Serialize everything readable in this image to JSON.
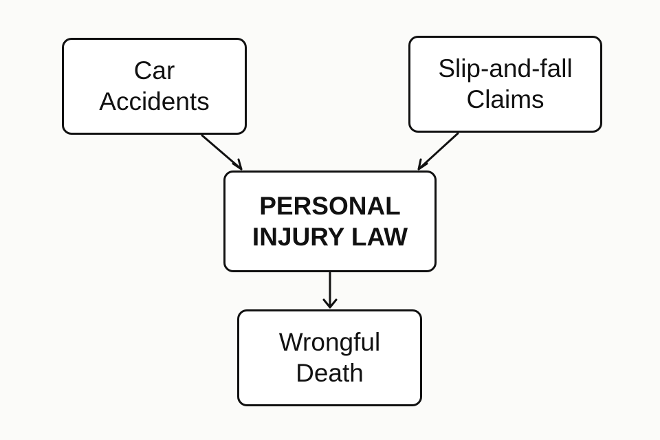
{
  "diagram": {
    "nodes": {
      "car_accidents": {
        "lines": [
          "Car",
          "Accidents"
        ]
      },
      "slip_and_fall": {
        "lines": [
          "Slip-and-fall",
          "Claims"
        ]
      },
      "personal_injury_law": {
        "lines": [
          "PERSONAL",
          "INJURY LAW"
        ]
      },
      "wrongful_death": {
        "lines": [
          "Wrongful",
          "Death"
        ]
      }
    },
    "edges": [
      {
        "from": "car_accidents",
        "to": "personal_injury_law"
      },
      {
        "from": "slip_and_fall",
        "to": "personal_injury_law"
      },
      {
        "from": "personal_injury_law",
        "to": "wrongful_death"
      }
    ],
    "colors": {
      "stroke": "#111111",
      "background": "#fbfbf9",
      "box_fill": "#ffffff"
    }
  }
}
